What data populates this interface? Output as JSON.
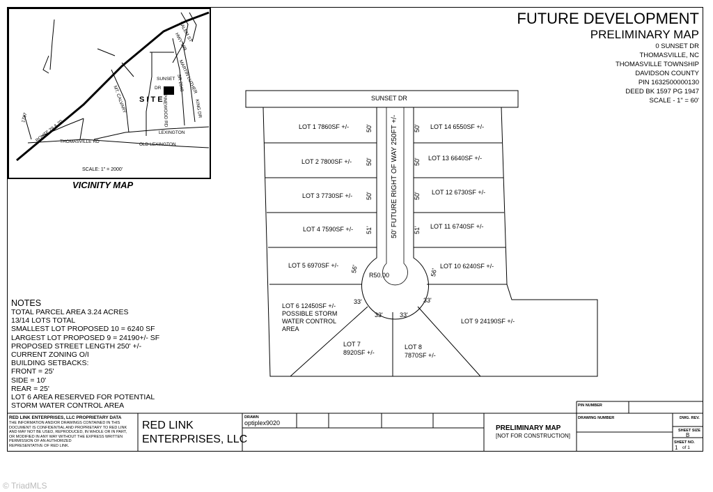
{
  "title": {
    "line1": "FUTURE DEVELOPMENT",
    "line2": "PRELIMINARY MAP"
  },
  "property_info": [
    "0 SUNSET DR",
    "THOMASVILLE, NC",
    "THOMASVILLE TOWNSHIP",
    "DAVIDSON COUNTY",
    "PIN 1632500000130",
    "DEED BK 1597 PG 1947",
    "SCALE - 1\" = 60'"
  ],
  "vicinity_map": {
    "caption": "VICINITY MAP",
    "scale": "SCALE: 1\" = 2000'",
    "site_label": "S I T E",
    "roads": {
      "salem_st": "SALEM ST",
      "hwy_109": "HWY 109",
      "martin_luther": "MARTIN LUTHER",
      "king_dr": "KING DR",
      "sunset_dr": "SUNSET",
      "sunset_dr2": "DR",
      "sr_2048": "SR 2048",
      "mt_calvary": "MT. CALVARY",
      "pinewood_rd": "PINEWOOD RD",
      "lexington": "LEXINGTON",
      "old_lexington": "OLD LEXINGTON",
      "thomasville_rd": "THOMASVILLE RD",
      "route_29_70": "ROUTE 29 & 70",
      "i_1787": "1787"
    }
  },
  "plat": {
    "street": "SUNSET DR",
    "row_label": "50' FUTURE RIGHT OF WAY 250FT +/-",
    "radius_label": "R50.00",
    "lots": {
      "lot1": "LOT 1 7860SF +/-",
      "lot2": "LOT 2 7800SF +/-",
      "lot3": "LOT 3 7730SF +/-",
      "lot4": "LOT 4 7590SF +/-",
      "lot5": "LOT 5 6970SF +/-",
      "lot6_line1": "LOT 6 12450SF +/-",
      "lot6_line2": "POSSIBLE STORM",
      "lot6_line3": "WATER CONTROL",
      "lot6_line4": "AREA",
      "lot7_line1": "LOT 7",
      "lot7_line2": "8920SF +/-",
      "lot8_line1": "LOT 8",
      "lot8_line2": "7870SF +/-",
      "lot9": "LOT 9 24190SF +/-",
      "lot10": "LOT 10 6240SF +/-",
      "lot11": "LOT 11 6740SF +/-",
      "lot12": "LOT 12 6730SF +/-",
      "lot13": "LOT 13 6640SF +/-",
      "lot14": "LOT 14 6550SF +/-"
    },
    "frontages": {
      "l1": "50'",
      "l2": "50'",
      "l3": "50'",
      "l4": "51'",
      "l5": "56'",
      "r1": "50'",
      "r2": "50'",
      "r3": "50'",
      "r4": "51'",
      "r5": "56'",
      "c6": "33'",
      "c7": "33'",
      "c8": "33'",
      "c9": "33'"
    }
  },
  "notes": {
    "heading": "NOTES",
    "lines": [
      "TOTAL PARCEL AREA 3.24 ACRES",
      "13/14 LOTS TOTAL",
      "SMALLEST LOT PROPOSED 10 = 6240 SF",
      "LARGEST LOT PROPOSED 9 = 24190+/- SF",
      "PROPOSED STREET LENGTH 250' +/-",
      "CURRENT ZONING O/I",
      "BUILDING SETBACKS:",
      "FRONT = 25'",
      "SIDE = 10'",
      "REAR = 25'",
      "LOT 6 AREA RESERVED FOR POTENTIAL",
      "STORM WATER CONTROL AREA"
    ]
  },
  "title_block": {
    "proprietary_heading": "RED LINK ENTERPRISES, LLC PROPRIETARY DATA",
    "proprietary_text": [
      "THE INFORMATION AND/OR DRAWINGS CONTAINED IN THIS",
      "DOCUMENT IS CONFIDENTIAL AND PROPRIETARY TO RED LINK",
      "AND MAY NOT BE USED, REPRODUCED, IN WHOLE OR IN PART,",
      "OR MODIFIED IN ANY WAY WITHOUT THE EXPRESS WRITTEN",
      "PERMISSION OF AN AUTHORIZED",
      "REPRESENTATIVE OF RED LINK."
    ],
    "company_line1": "RED LINK",
    "company_line2": "ENTERPRISES, LLC",
    "drawn_label": "DRAWN",
    "drawn_value": "optiplex9020",
    "map_title": "PRELIMINARY MAP",
    "map_subtitle": "[NOT FOR CONSTRUCTION]",
    "pin_number_label": "PIN NUMBER",
    "drawing_number_label": "DRAWING NUMBER",
    "dwg_rev_label": "DWG. REV.",
    "sheet_size_label": "SHEET SIZE",
    "sheet_size_value": "B",
    "sheet_no_label": "SHEET NO.",
    "sheet_no_value": "1",
    "sheet_no_of": "of 1"
  },
  "watermark": "© TriadMLS"
}
